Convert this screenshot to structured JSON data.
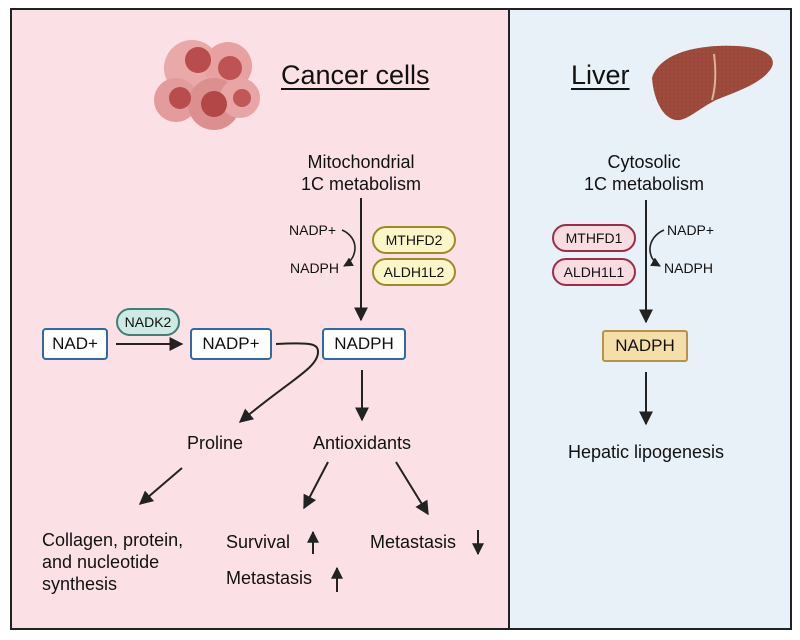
{
  "cancer": {
    "title": "Cancer cells",
    "mito_line1": "Mitochondrial",
    "mito_line2": "1C metabolism",
    "nadp_in": "NADP+",
    "nadph_out": "NADPH",
    "enzyme1": "MTHFD2",
    "enzyme2": "ALDH1L2",
    "nad": "NAD+",
    "nadk2": "NADK2",
    "nadp": "NADP+",
    "nadph": "NADPH",
    "proline": "Proline",
    "antioxidants": "Antioxidants",
    "collagen_line1": "Collagen, protein,",
    "collagen_line2": "and nucleotide",
    "collagen_line3": "synthesis",
    "survival": "Survival",
    "metastasis_up": "Metastasis",
    "metastasis_down": "Metastasis"
  },
  "liver": {
    "title": "Liver",
    "cyto_line1": "Cytosolic",
    "cyto_line2": "1C metabolism",
    "enzyme1": "MTHFD1",
    "enzyme2": "ALDH1L1",
    "nadp_in": "NADP+",
    "nadph_out": "NADPH",
    "nadph": "NADPH",
    "lipogenesis": "Hepatic lipogenesis"
  },
  "colors": {
    "cancer_bg": "#fbe1e6",
    "liver_bg": "#e8f0f8",
    "box_border": "#2f6aa0",
    "liver_organ": "#9e4a3c",
    "cancer_cell": "#d36a6a"
  },
  "icons": [
    "cancer-cells-icon",
    "liver-icon"
  ]
}
